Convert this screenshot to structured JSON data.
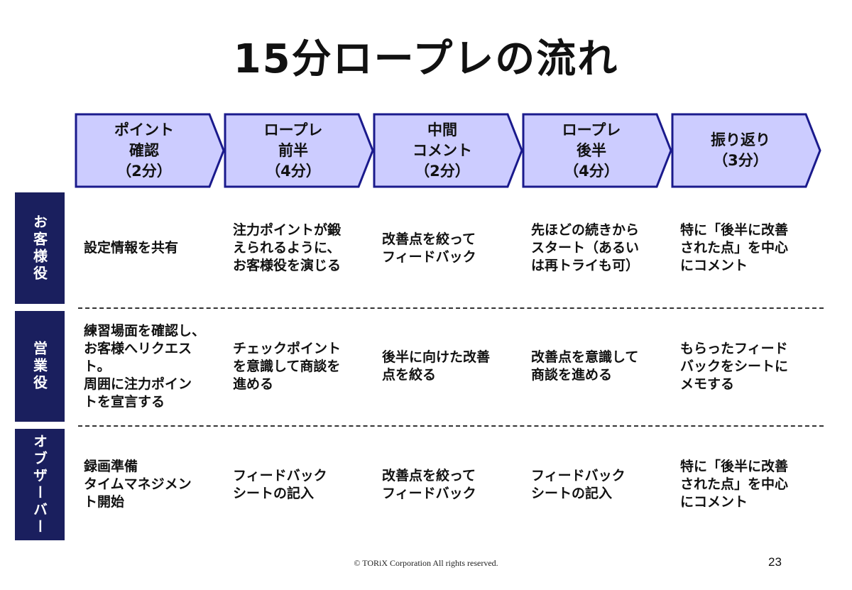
{
  "title": "15分ロープレの流れ",
  "phases": [
    {
      "label": "ポイント\n確認\n（2分）"
    },
    {
      "label": "ロープレ\n前半\n（4分）"
    },
    {
      "label": "中間\nコメント\n（2分）"
    },
    {
      "label": "ロープレ\n後半\n（4分）"
    },
    {
      "label": "振り返り\n（3分）"
    }
  ],
  "roles": [
    {
      "label": "お客様役",
      "cells": [
        "設定情報を共有",
        "注力ポイントが鍛\nえられるように、\nお客様役を演じる",
        "改善点を絞って\nフィードバック",
        "先ほどの続きから\nスタート（あるい\nは再トライも可）",
        "特に「後半に改善\nされた点」を中心\nにコメント"
      ]
    },
    {
      "label": "営業役",
      "cells": [
        "練習場面を確認し、\nお客様へリクエス\nト。\n周囲に注力ポイン\nトを宣言する",
        "チェックポイント\nを意識して商談を\n進める",
        "後半に向けた改善\n点を絞る",
        "改善点を意識して\n商談を進める",
        "もらったフィード\nバックをシートに\nメモする"
      ]
    },
    {
      "label": "オブザーバー",
      "cells": [
        "録画準備\nタイムマネジメン\nト開始",
        "フィードバック\nシートの記入",
        "改善点を絞って\nフィードバック",
        "フィードバック\nシートの記入",
        "特に「後半に改善\nされた点」を中心\nにコメント"
      ]
    }
  ],
  "footer": "© TORiX Corporation All rights reserved.",
  "page_number": "23",
  "colors": {
    "phase_fill": "#ccccff",
    "phase_border": "#1a1a8c",
    "role_bg": "#1a1f5e"
  }
}
